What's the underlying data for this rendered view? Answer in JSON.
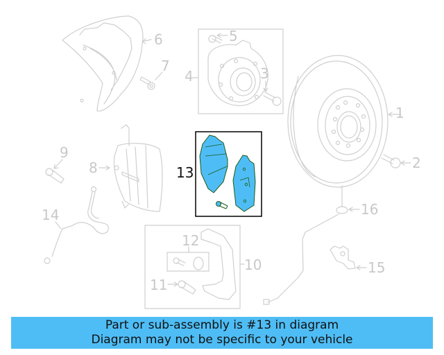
{
  "diagram": {
    "highlighted_part": "13",
    "highlight_color": "#4fbdf5",
    "parts": [
      {
        "number": "1",
        "name": "brake-rotor"
      },
      {
        "number": "2",
        "name": "rotor-screw"
      },
      {
        "number": "3",
        "name": "hub-bolt"
      },
      {
        "number": "4",
        "name": "hub-bearing-assembly"
      },
      {
        "number": "5",
        "name": "hub-bolt-small"
      },
      {
        "number": "6",
        "name": "splash-shield"
      },
      {
        "number": "7",
        "name": "splash-shield-bolt"
      },
      {
        "number": "8",
        "name": "caliper"
      },
      {
        "number": "9",
        "name": "caliper-bolt"
      },
      {
        "number": "10",
        "name": "caliper-bracket"
      },
      {
        "number": "11",
        "name": "bracket-bolt"
      },
      {
        "number": "12",
        "name": "guide-pin-kit"
      },
      {
        "number": "13",
        "name": "brake-pads"
      },
      {
        "number": "14",
        "name": "brake-hose"
      },
      {
        "number": "15",
        "name": "abs-sensor"
      },
      {
        "number": "16",
        "name": "wear-sensor"
      }
    ]
  },
  "banner": {
    "line1": "Part or sub-assembly is #13 in diagram",
    "line2": "Diagram may not be specific to your vehicle",
    "background": "#4fbdf5"
  }
}
